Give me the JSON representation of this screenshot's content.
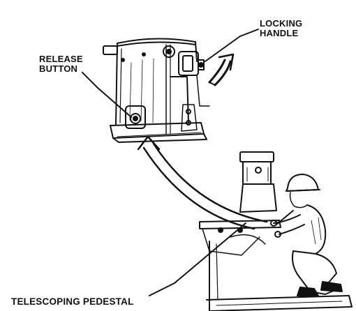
{
  "labels": {
    "locking_handle": [
      "LOCKING",
      "HANDLE"
    ],
    "release_button": [
      "RELEASE",
      "BUTTON"
    ],
    "telescoping_pedestal": "TELESCOPING PEDESTAL"
  },
  "colors": {
    "ink": "#111111",
    "paper": "#ffffff"
  },
  "parts": [
    "locking-handle",
    "release-button",
    "telescoping-pedestal",
    "mount-housing",
    "soldier",
    "direction-arrow"
  ]
}
